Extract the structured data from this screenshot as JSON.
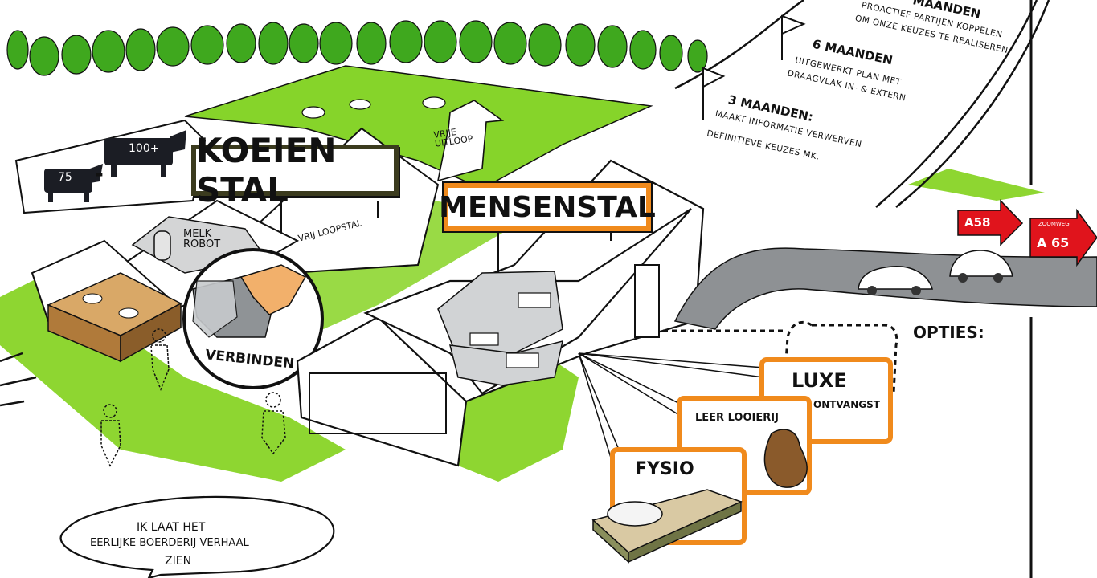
{
  "cow_sign": {
    "count_low": "75",
    "separator": "-",
    "count_high": "100+"
  },
  "koeienstal": {
    "title": "KOEiEN STAl",
    "loopstal": "VRIJ LOOPSTAL",
    "uitloop": "VRIJE UITLOOP",
    "melkrobot": "MELK ROBOT"
  },
  "verbinden": "VERBINDEN",
  "mensenstal": {
    "title": "MENSENSTAL"
  },
  "timeline": {
    "top_title": "MAANDEN",
    "top_text_1": "PROACTIEF PARTIJEN KOPPELEN",
    "top_text_2": "OM ONZE KEUZES TE REALISEREN",
    "m6_title": "6 MAANDEN",
    "m6_text_1": "UITGEWERKT PLAN MET",
    "m6_text_2": "DRAAGVLAK IN- & EXTERN",
    "m3_title": "3 MAANDEN:",
    "m3_text_1": "MAAKT INFORMATIE VERWERVEN",
    "m3_text_2": "DEFINITIEVE KEUZES MK."
  },
  "road_signs": {
    "a58": "A58",
    "a65_small": "Zoomweg",
    "a65": "A 65"
  },
  "options": {
    "heading": "OPTIES:",
    "luxe": "LUXE",
    "ontvangst": "ONTVANGST",
    "leerlooierij": "LEER LOOiERIJ",
    "fysio": "FYSiO"
  },
  "speech": {
    "line1": "IK LAAT HET",
    "line2": "EERLIJKE BOERDERIJ VERHAAL",
    "line3": "ZIEN"
  },
  "colors": {
    "green": "#7ed321",
    "orange": "#f08a1c",
    "red": "#e0141c",
    "grey": "#8e9194",
    "dark_olive": "#3b3b1e"
  }
}
